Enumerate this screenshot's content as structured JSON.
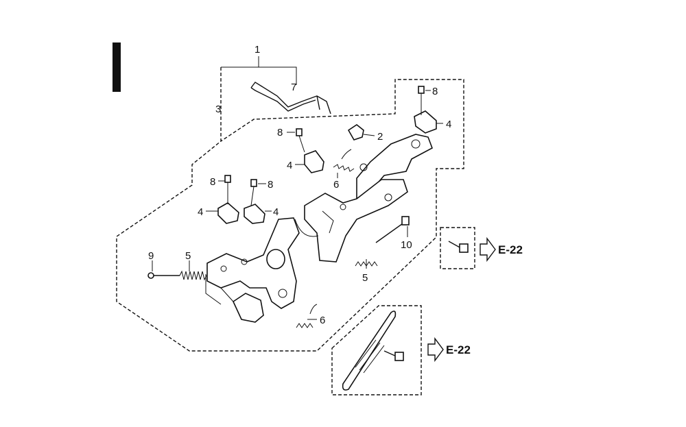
{
  "section_marker": "I",
  "callouts": {
    "c1": "1",
    "c2": "2",
    "c3": "3",
    "c4a": "4",
    "c4b": "4",
    "c4c": "4",
    "c4d": "4",
    "c5a": "5",
    "c5b": "5",
    "c6a": "6",
    "c6b": "6",
    "c7": "7",
    "c8a": "8",
    "c8b": "8",
    "c8c": "8",
    "c8d": "8",
    "c9": "9",
    "c10": "10"
  },
  "references": {
    "ref_upper": "E-22",
    "ref_lower": "E-22"
  }
}
